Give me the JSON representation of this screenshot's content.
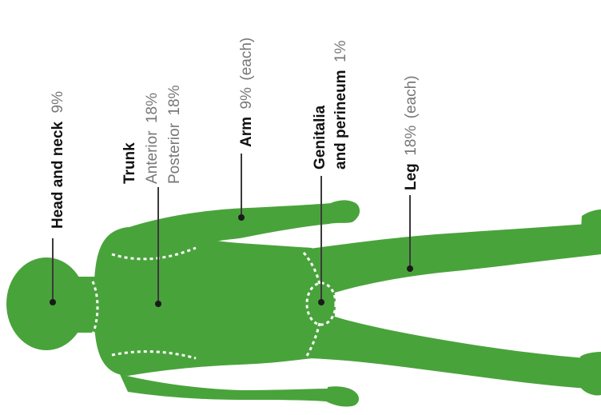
{
  "colors": {
    "body_fill": "#49a33b",
    "zone_boundary": "#ffffff",
    "label_primary": "#111111",
    "label_secondary": "#777777"
  },
  "regions": {
    "head_neck": {
      "name": "Head and neck",
      "percent": "9%"
    },
    "trunk": {
      "name": "Trunk",
      "anterior_label": "Anterior",
      "anterior_percent": "18%",
      "posterior_label": "Posterior",
      "posterior_percent": "18%"
    },
    "arm": {
      "name": "Arm",
      "percent": "9%",
      "qualifier": "(each)"
    },
    "genitalia": {
      "name_line1": "Genitalia",
      "name_line2": "and perineum",
      "percent": "1%"
    },
    "leg": {
      "name": "Leg",
      "percent": "18%",
      "qualifier": "(each)"
    }
  }
}
